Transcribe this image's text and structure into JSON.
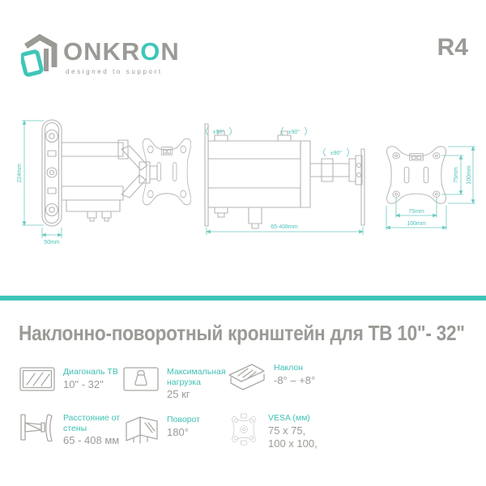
{
  "header": {
    "brand_prefix": "ONKR",
    "brand_accent": "O",
    "brand_suffix": "N",
    "tagline": "designed to support",
    "model": "R4"
  },
  "drawings": {
    "side_view": {
      "height_dim": "224mm",
      "base_dim": "50mm"
    },
    "top_view": {
      "swivel1": "±90°",
      "swivel2": "±90°",
      "swivel3": "±90°",
      "extension_dim": "65-408mm"
    },
    "vesa_view": {
      "width_inner": "75mm",
      "width_outer": "100mm",
      "height_inner": "75mm",
      "height_outer": "100mm"
    }
  },
  "title": "Наклонно-поворотный кронштейн для ТВ 10\"- 32\"",
  "features": [
    {
      "icon": "tv-diagonal-icon",
      "label": "Диагональ ТВ",
      "value": "10\" - 32\""
    },
    {
      "icon": "max-load-icon",
      "label": "Максимальная нагрузка",
      "value": "25 кг"
    },
    {
      "icon": "tilt-icon",
      "label": "Наклон",
      "value": "-8° – +8°"
    },
    {
      "icon": "wall-distance-icon",
      "label": "Расстояние от стены",
      "value": "65 - 408 мм"
    },
    {
      "icon": "swivel-icon",
      "label": "Поворот",
      "value": "180°"
    },
    {
      "icon": "vesa-icon",
      "label": "VESA (мм)",
      "value": "75 x 75,\n100 x 100,"
    }
  ],
  "colors": {
    "accent_teal": "#3EC6B8",
    "dim_teal": "#6CC9C1",
    "text_gray": "#9A9A96",
    "drawing_gray": "#B5B6B3"
  }
}
